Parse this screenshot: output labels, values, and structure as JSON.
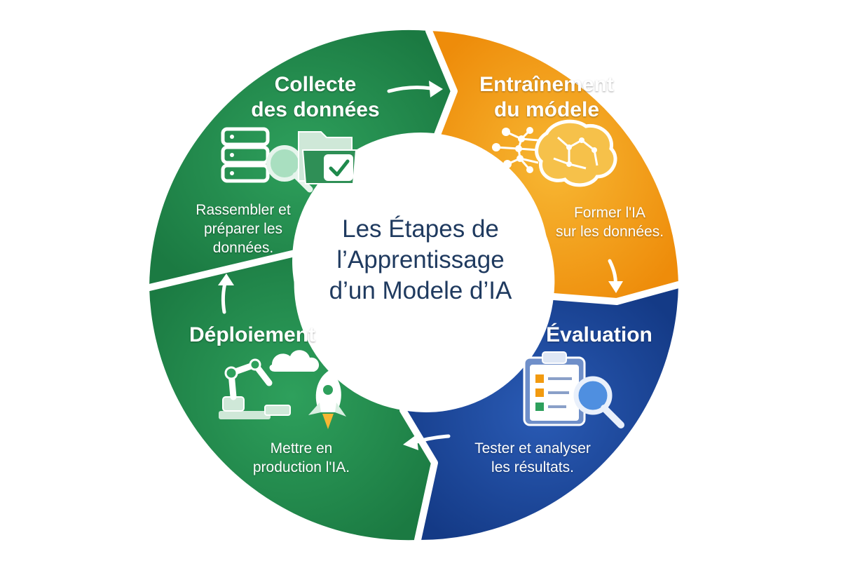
{
  "center": {
    "title": "Les Étapes de\nl’Apprentissage\nd’un Modele d’IA"
  },
  "stages": [
    {
      "title": "Collecte\ndes données",
      "description": "Rassembler et\npréparer les\ndonnées.",
      "color": "#1f8a4c",
      "icon": "database-search-folder-icon"
    },
    {
      "title": "Entraînement\ndu módele",
      "description": "Former l'IA\nsur les données.",
      "color": "#f29a0f",
      "icon": "brain-network-icon"
    },
    {
      "title": "Évaluation",
      "description": "Tester et analyser\nles résultats.",
      "color": "#173f8f",
      "icon": "clipboard-magnifier-icon"
    },
    {
      "title": "Déploiement",
      "description": "Mettre en\nproduction l'IA.",
      "color": "#1f8a4c",
      "icon": "robot-arm-rocket-icon"
    }
  ],
  "colors": {
    "green": "#1f8a4c",
    "green_light": "#2ea05c",
    "orange": "#f29a0f",
    "orange_light": "#f7b733",
    "blue": "#173f8f",
    "blue_light": "#2a5bb5",
    "center_text": "#1f3a5f",
    "white": "#ffffff"
  }
}
